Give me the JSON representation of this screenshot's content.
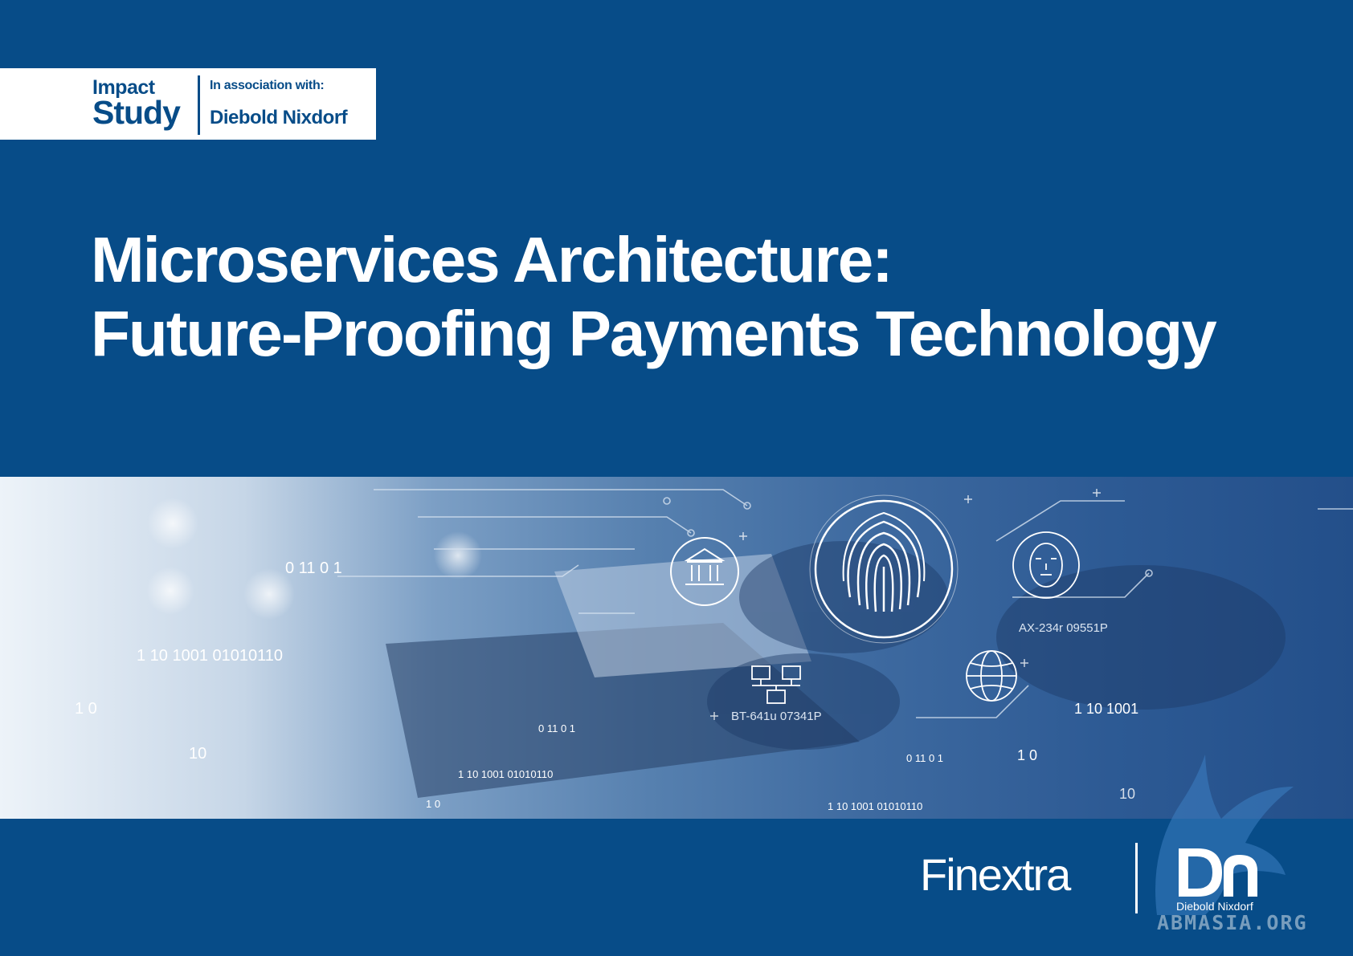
{
  "badge": {
    "type_line1": "Impact",
    "type_line2": "Study",
    "association_label": "In association with:",
    "partner_name": "Diebold Nixdorf"
  },
  "title": {
    "line1": "Microservices Architecture:",
    "line2": "Future-Proofing Payments Technology"
  },
  "hero_text": {
    "b1": "0     11   0 1",
    "b2": "1  10   1001   01010110",
    "b3": "1     0",
    "b4": "10",
    "b5": "0     11   0 1",
    "b6": "1  10   1001   01010110",
    "b7": "1     0",
    "b8": "AX-234r  09551P",
    "b9": "BT-641u 07341P",
    "b10": "1  10   1001",
    "b11": "0     11   0 1",
    "b12": "1     0",
    "b13": "10",
    "b14": "1  10   1001   01010110"
  },
  "footer": {
    "brand": "Finextra",
    "partner_logo_text": "Diebold Nixdorf",
    "watermark": "ABMASIA.ORG"
  },
  "colors": {
    "background": "#074c88",
    "badge_background": "#ffffff",
    "text_on_dark": "#ffffff"
  },
  "icons": [
    "bank-icon",
    "fingerprint-icon",
    "face-scan-icon",
    "network-icon",
    "globe-icon",
    "eagle-watermark-icon"
  ]
}
